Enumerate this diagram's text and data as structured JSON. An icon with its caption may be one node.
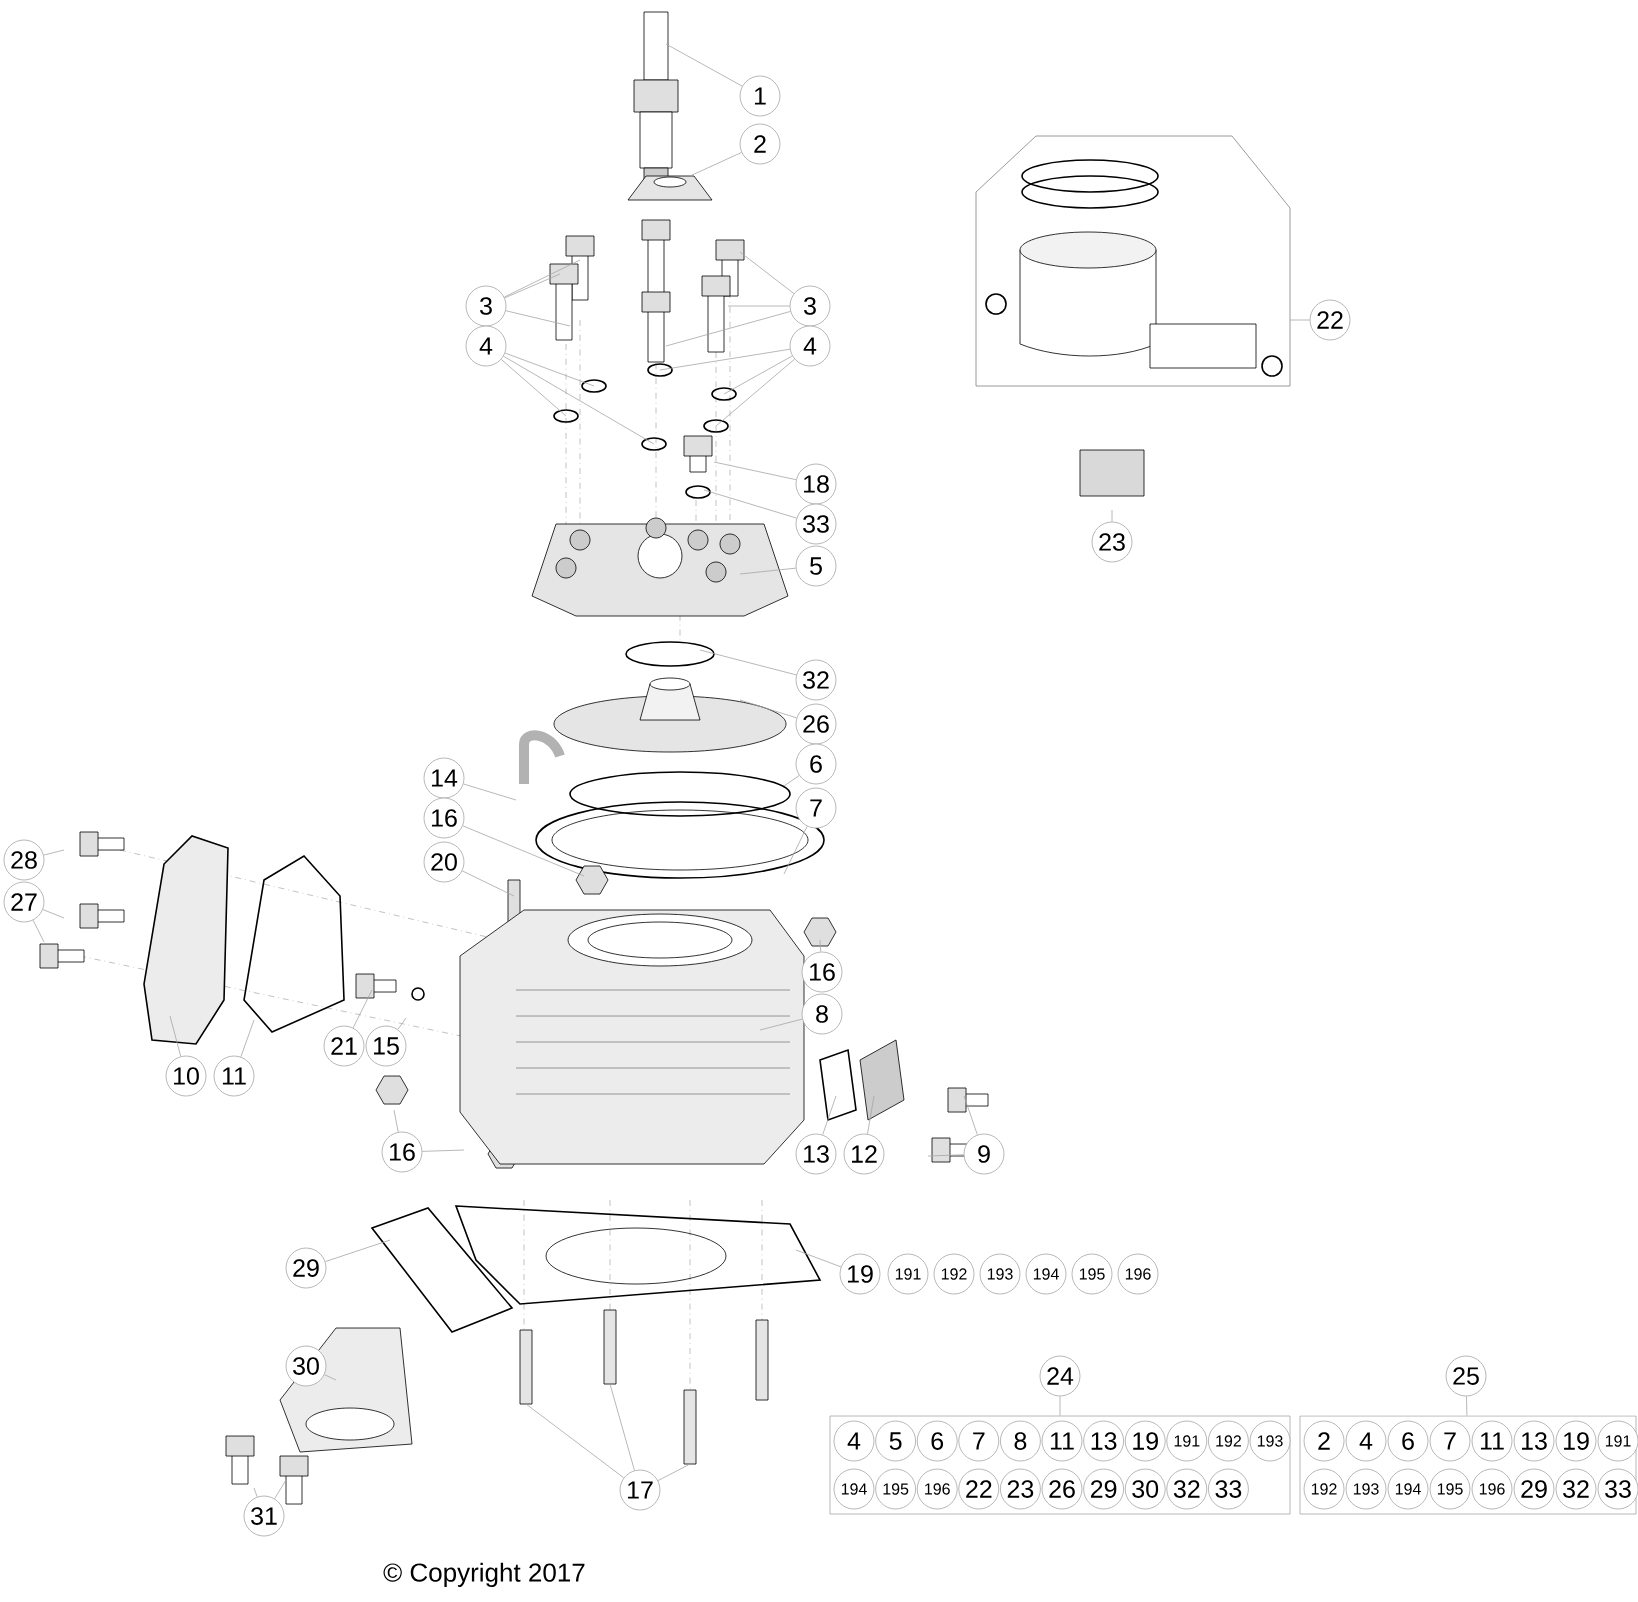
{
  "diagram": {
    "nodes": [
      {
        "text": [
          "1"
        ]
      },
      {
        "text": [
          "2"
        ]
      },
      {
        "text": [
          "3"
        ]
      },
      {
        "text": [
          "3"
        ]
      },
      {
        "text": [
          "4"
        ]
      },
      {
        "text": [
          "4"
        ]
      },
      {
        "text": [
          "18"
        ]
      },
      {
        "text": [
          "33"
        ]
      },
      {
        "text": [
          "5"
        ]
      },
      {
        "text": [
          "22"
        ]
      },
      {
        "text": [
          "23"
        ]
      },
      {
        "text": [
          "32"
        ]
      },
      {
        "text": [
          "26"
        ]
      },
      {
        "text": [
          "6"
        ]
      },
      {
        "text": [
          "7"
        ]
      },
      {
        "text": [
          "14"
        ]
      },
      {
        "text": [
          "16"
        ]
      },
      {
        "text": [
          "20"
        ]
      },
      {
        "text": [
          "28"
        ]
      },
      {
        "text": [
          "27"
        ]
      },
      {
        "text": [
          "16"
        ]
      },
      {
        "text": [
          "8"
        ]
      },
      {
        "text": [
          "10"
        ]
      },
      {
        "text": [
          "11"
        ]
      },
      {
        "text": [
          "21"
        ]
      },
      {
        "text": [
          "15"
        ]
      },
      {
        "text": [
          "16"
        ]
      },
      {
        "text": [
          "13"
        ]
      },
      {
        "text": [
          "12"
        ]
      },
      {
        "text": [
          "9"
        ]
      },
      {
        "text": [
          "29"
        ]
      },
      {
        "text": [
          "19"
        ]
      },
      {
        "text": [
          "191"
        ]
      },
      {
        "text": [
          "192"
        ]
      },
      {
        "text": [
          "193"
        ]
      },
      {
        "text": [
          "194"
        ]
      },
      {
        "text": [
          "195"
        ]
      },
      {
        "text": [
          "196"
        ]
      },
      {
        "text": [
          "30"
        ]
      },
      {
        "text": [
          "24"
        ]
      },
      {
        "text": [
          "25"
        ]
      },
      {
        "text": [],
        "shape": "box"
      },
      {
        "text": [
          "4"
        ],
        "in": 41
      },
      {
        "text": [
          "5"
        ],
        "in": 41
      },
      {
        "text": [
          "6"
        ],
        "in": 41
      },
      {
        "text": [
          "7"
        ],
        "in": 41
      },
      {
        "text": [
          "8"
        ],
        "in": 41
      },
      {
        "text": [
          "11"
        ],
        "in": 41
      },
      {
        "text": [
          "13"
        ],
        "in": 41
      },
      {
        "text": [
          "19"
        ],
        "in": 41
      },
      {
        "text": [
          "191"
        ],
        "in": 41
      },
      {
        "text": [
          "192"
        ],
        "in": 41
      },
      {
        "text": [
          "193"
        ],
        "in": 41
      },
      {
        "text": [
          "194"
        ],
        "in": 41
      },
      {
        "text": [
          "195"
        ],
        "in": 41
      },
      {
        "text": [
          "196"
        ],
        "in": 41
      },
      {
        "text": [
          "22"
        ],
        "in": 41
      },
      {
        "text": [
          "23"
        ],
        "in": 41
      },
      {
        "text": [
          "26"
        ],
        "in": 41
      },
      {
        "text": [
          "29"
        ],
        "in": 41
      },
      {
        "text": [
          "30"
        ],
        "in": 41
      },
      {
        "text": [
          "32"
        ],
        "in": 41
      },
      {
        "text": [
          "33"
        ],
        "in": 41
      },
      {
        "text": [],
        "shape": "box"
      },
      {
        "text": [
          "2"
        ],
        "in": 63
      },
      {
        "text": [
          "4"
        ],
        "in": 63
      },
      {
        "text": [
          "6"
        ],
        "in": 63
      },
      {
        "text": [
          "7"
        ],
        "in": 63
      },
      {
        "text": [
          "11"
        ],
        "in": 63
      },
      {
        "text": [
          "13"
        ],
        "in": 63
      },
      {
        "text": [
          "19"
        ],
        "in": 63
      },
      {
        "text": [
          "191"
        ],
        "in": 63
      },
      {
        "text": [
          "192"
        ],
        "in": 63
      },
      {
        "text": [
          "193"
        ],
        "in": 63
      },
      {
        "text": [
          "194"
        ],
        "in": 63
      },
      {
        "text": [
          "195"
        ],
        "in": 63
      },
      {
        "text": [
          "196"
        ],
        "in": 63
      },
      {
        "text": [
          "29"
        ],
        "in": 63
      },
      {
        "text": [
          "32"
        ],
        "in": 63
      },
      {
        "text": [
          "33"
        ],
        "in": 63
      },
      {
        "text": [
          "17"
        ]
      },
      {
        "text": [
          "31"
        ]
      }
    ],
    "edges": [
      {
        "from": 0,
        "to": null,
        "arrow": "none"
      },
      {
        "from": 1,
        "to": null,
        "arrow": "none"
      },
      {
        "from": 2,
        "to": null,
        "arrow": "none"
      },
      {
        "from": 2,
        "to": null,
        "arrow": "none"
      },
      {
        "from": 2,
        "to": null,
        "arrow": "none"
      },
      {
        "from": 3,
        "to": null,
        "arrow": "none"
      },
      {
        "from": 3,
        "to": null,
        "arrow": "none"
      },
      {
        "from": 3,
        "to": null,
        "arrow": "none"
      },
      {
        "from": 4,
        "to": null,
        "arrow": "none"
      },
      {
        "from": 4,
        "to": null,
        "arrow": "none"
      },
      {
        "from": 4,
        "to": null,
        "arrow": "none"
      },
      {
        "from": 5,
        "to": null,
        "arrow": "none"
      },
      {
        "from": 5,
        "to": null,
        "arrow": "none"
      },
      {
        "from": 5,
        "to": null,
        "arrow": "none"
      },
      {
        "from": 6,
        "to": null,
        "arrow": "none"
      },
      {
        "from": 7,
        "to": null,
        "arrow": "none"
      },
      {
        "from": 8,
        "to": null,
        "arrow": "none"
      },
      {
        "from": 9,
        "to": null,
        "arrow": "none"
      },
      {
        "from": 10,
        "to": null,
        "arrow": "none"
      },
      {
        "from": 11,
        "to": null,
        "arrow": "none"
      },
      {
        "from": 12,
        "to": null,
        "arrow": "none"
      },
      {
        "from": 13,
        "to": null,
        "arrow": "none"
      },
      {
        "from": 14,
        "to": null,
        "arrow": "none"
      },
      {
        "from": 15,
        "to": null,
        "arrow": "none"
      },
      {
        "from": 16,
        "to": null,
        "arrow": "none"
      },
      {
        "from": 17,
        "to": null,
        "arrow": "none"
      },
      {
        "from": 18,
        "to": null,
        "arrow": "none"
      },
      {
        "from": 19,
        "to": null,
        "arrow": "none"
      },
      {
        "from": 19,
        "to": null,
        "arrow": "none"
      },
      {
        "from": 20,
        "to": null,
        "arrow": "none"
      },
      {
        "from": 21,
        "to": null,
        "arrow": "none"
      },
      {
        "from": 22,
        "to": null,
        "arrow": "none"
      },
      {
        "from": 23,
        "to": null,
        "arrow": "none"
      },
      {
        "from": 24,
        "to": null,
        "arrow": "none"
      },
      {
        "from": 25,
        "to": null,
        "arrow": "none"
      },
      {
        "from": 26,
        "to": null,
        "arrow": "none"
      },
      {
        "from": 26,
        "to": null,
        "arrow": "none"
      },
      {
        "from": 27,
        "to": null,
        "arrow": "none"
      },
      {
        "from": 28,
        "to": null,
        "arrow": "none"
      },
      {
        "from": 29,
        "to": null,
        "arrow": "none"
      },
      {
        "from": 29,
        "to": null,
        "arrow": "none"
      },
      {
        "from": 30,
        "to": null,
        "arrow": "none"
      },
      {
        "from": 31,
        "to": null,
        "arrow": "none"
      },
      {
        "from": 38,
        "to": null,
        "arrow": "none"
      },
      {
        "from": 39,
        "to": 41,
        "arrow": "none"
      },
      {
        "from": 40,
        "to": 63,
        "arrow": "none"
      },
      {
        "from": 80,
        "to": null,
        "arrow": "none"
      },
      {
        "from": 80,
        "to": null,
        "arrow": "none"
      },
      {
        "from": 80,
        "to": null,
        "arrow": "none"
      },
      {
        "from": 81,
        "to": null,
        "arrow": "none"
      },
      {
        "from": 81,
        "to": null,
        "arrow": "none"
      }
    ],
    "labels": [
      "© Copyright 2017"
    ]
  }
}
